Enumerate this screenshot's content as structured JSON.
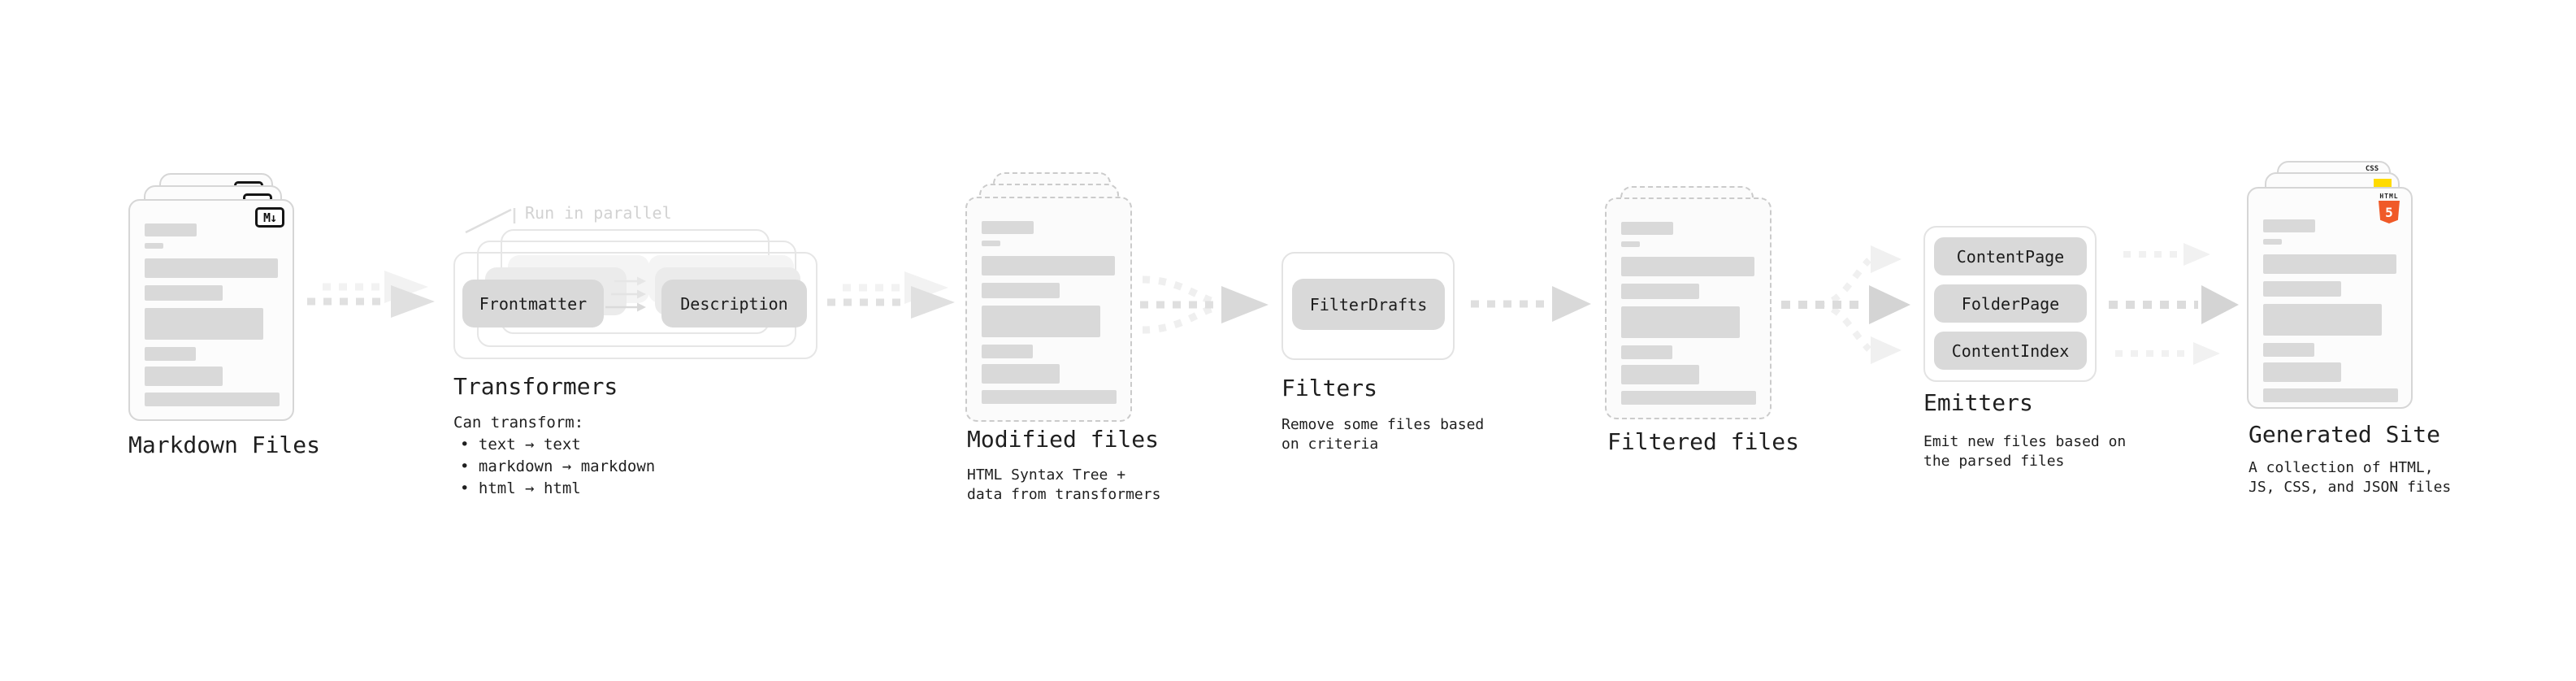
{
  "stages": {
    "markdown": {
      "label": "Markdown Files",
      "badge": "M↓"
    },
    "transformers": {
      "heading": "Transformers",
      "annotation": "Run in parallel",
      "button_frontmatter": "Frontmatter",
      "button_description": "Description",
      "desc_title": "Can transform:",
      "desc_items": [
        "• text → text",
        "• markdown → markdown",
        "• html → html"
      ]
    },
    "modified": {
      "label": "Modified files",
      "desc_line1": "HTML Syntax Tree +",
      "desc_line2": "data from transformers"
    },
    "filters": {
      "heading": "Filters",
      "button": "FilterDrafts",
      "desc_line1": "Remove some files based",
      "desc_line2": "on criteria"
    },
    "filtered": {
      "label": "Filtered files"
    },
    "emitters": {
      "heading": "Emitters",
      "buttons": [
        "ContentPage",
        "FolderPage",
        "ContentIndex"
      ],
      "desc_line1": "Emit new files based on",
      "desc_line2": "the parsed files"
    },
    "generated": {
      "label": "Generated Site",
      "desc_line1": "A collection of HTML,",
      "desc_line2": "JS, CSS, and JSON files",
      "css_badge": "CSS",
      "html_badge_word": "HTML",
      "html_badge_number": "5"
    }
  },
  "icons": {
    "markdown_badge": "markdown-logo",
    "css_badge": "css-logo",
    "js_badge": "js-yellow-square",
    "html5_badge": "html5-shield"
  },
  "colors": {
    "doc_border": "#d6d6d6",
    "doc_fill": "#fcfcfc",
    "bar_gray": "#d9d9d9",
    "pill_gray": "#d9d9d9",
    "box_border": "#e5e5e5",
    "arrow_dark": "#dedede",
    "arrow_light": "#f1f1f1",
    "text_dark": "#1f1f1f",
    "annotation_gray": "#d2d2d2",
    "js_yellow": "#ffdb00",
    "css_blue": "#2c63f0",
    "html_orange": "#f05a28"
  }
}
